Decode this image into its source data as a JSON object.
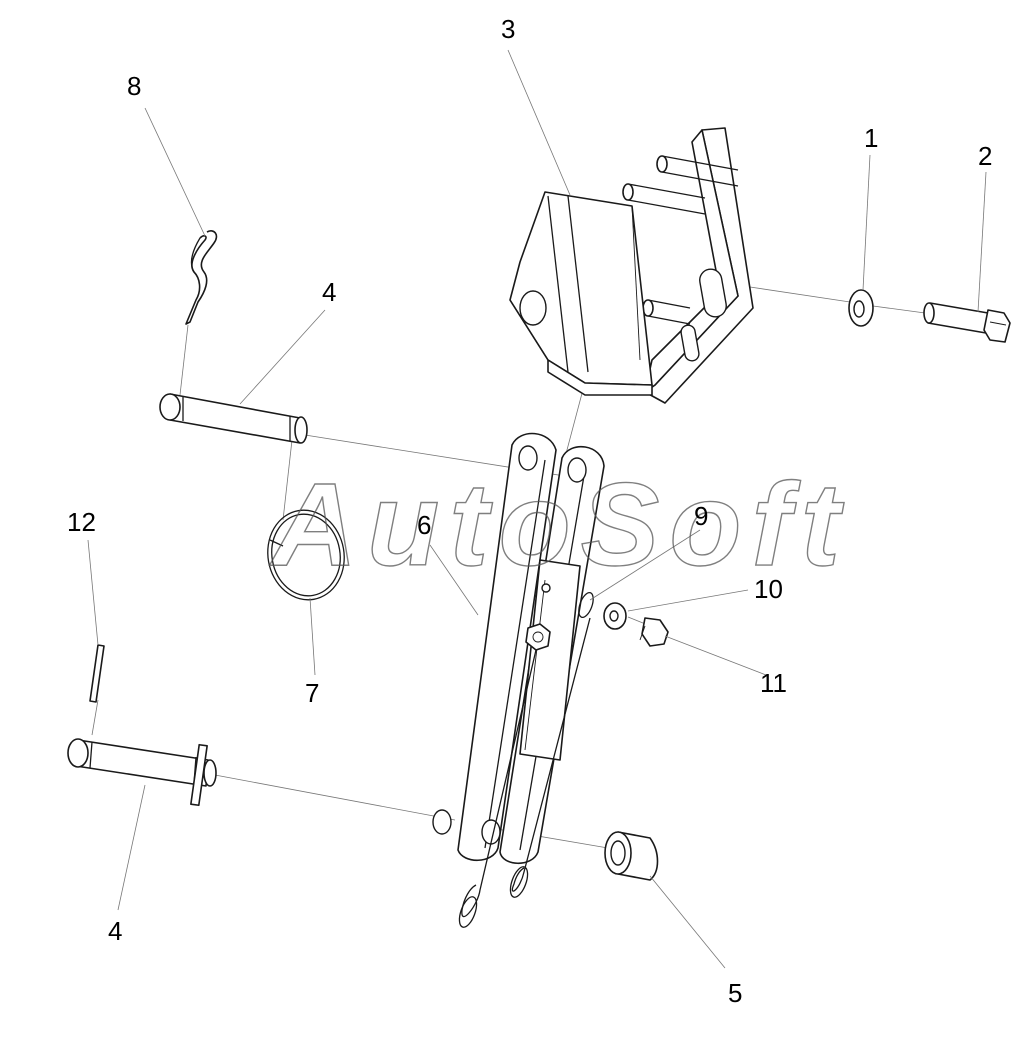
{
  "watermark": {
    "text": "AutoSoft"
  },
  "callouts": [
    {
      "id": "c1",
      "label": "1"
    },
    {
      "id": "c2",
      "label": "2"
    },
    {
      "id": "c3",
      "label": "3"
    },
    {
      "id": "c4a",
      "label": "4"
    },
    {
      "id": "c4b",
      "label": "4"
    },
    {
      "id": "c5",
      "label": "5"
    },
    {
      "id": "c6",
      "label": "6"
    },
    {
      "id": "c7",
      "label": "7"
    },
    {
      "id": "c8",
      "label": "8"
    },
    {
      "id": "c9",
      "label": "9"
    },
    {
      "id": "c10",
      "label": "10"
    },
    {
      "id": "c11",
      "label": "11"
    },
    {
      "id": "c12",
      "label": "12"
    }
  ]
}
